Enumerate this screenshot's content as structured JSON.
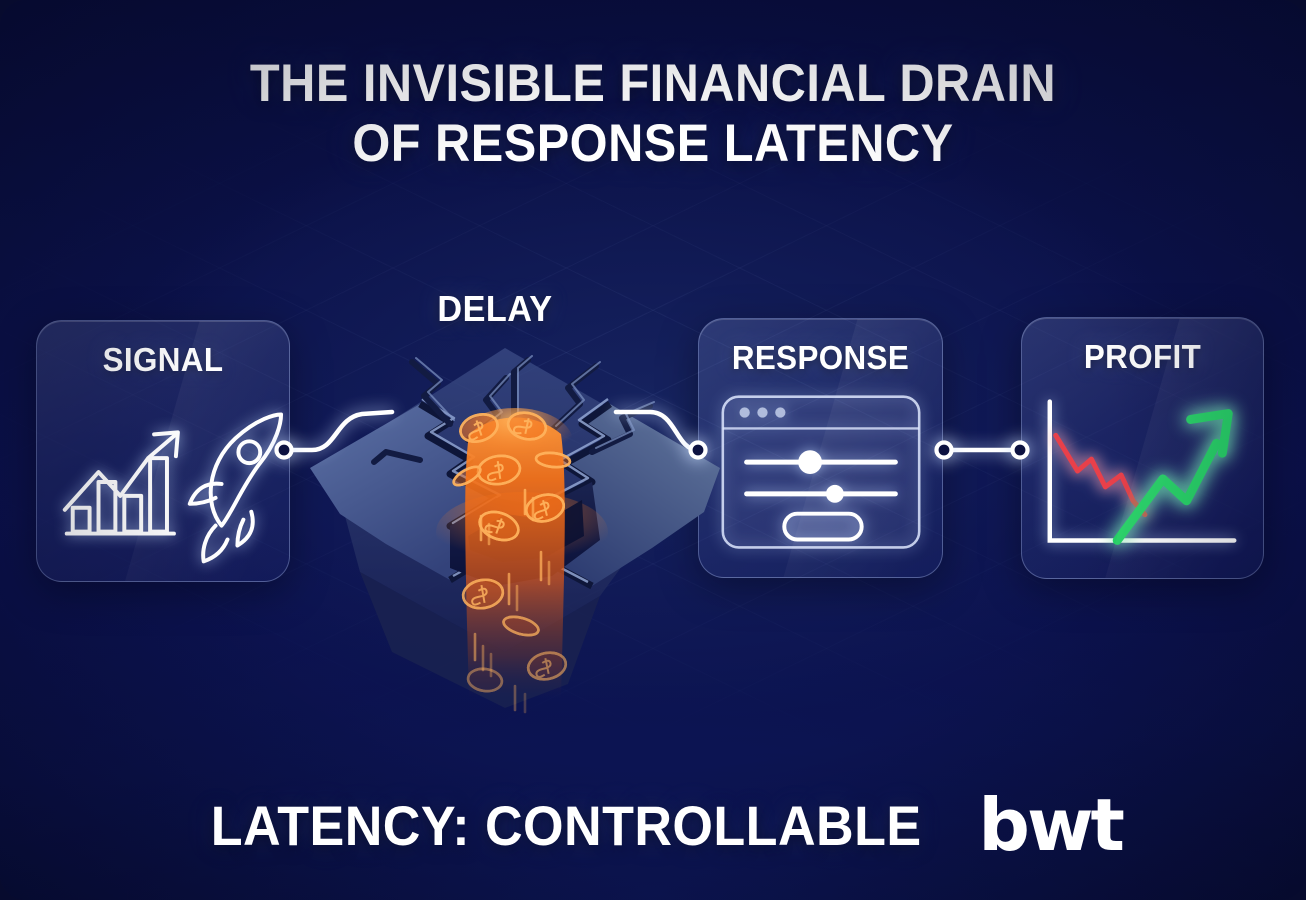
{
  "theme": {
    "background_navy": "#0b1149",
    "card_glass": "rgba(175,195,255,0.14)",
    "accent_white": "#ffffff",
    "loss_orange": "#ff7a1a",
    "coin_orange": "#ff8c2b",
    "profit_green": "#25d366",
    "decline_red": "#e8404a",
    "ground_blue": "#5c6f9e"
  },
  "header": {
    "title_line1": "THE INVISIBLE FINANCIAL DRAIN",
    "title_line2": "OF RESPONSE LATENCY"
  },
  "footer": {
    "tagline": "LATENCY: CONTROLLABLE",
    "logo_text": "bwt"
  },
  "flow": {
    "stages": [
      {
        "id": "signal",
        "label": "SIGNAL",
        "icons": [
          "bar-chart-growth-icon",
          "rocket-icon"
        ]
      },
      {
        "id": "delay",
        "label": "DELAY",
        "icons": [
          "cracked-ground-icon",
          "falling-coins-icon"
        ]
      },
      {
        "id": "response",
        "label": "RESPONSE",
        "icons": [
          "browser-window-icon",
          "slider-icon",
          "button-icon"
        ]
      },
      {
        "id": "profit",
        "label": "PROFIT",
        "icons": [
          "declining-red-line-icon",
          "rising-green-arrow-icon"
        ]
      }
    ],
    "connector_nodes": 4
  }
}
